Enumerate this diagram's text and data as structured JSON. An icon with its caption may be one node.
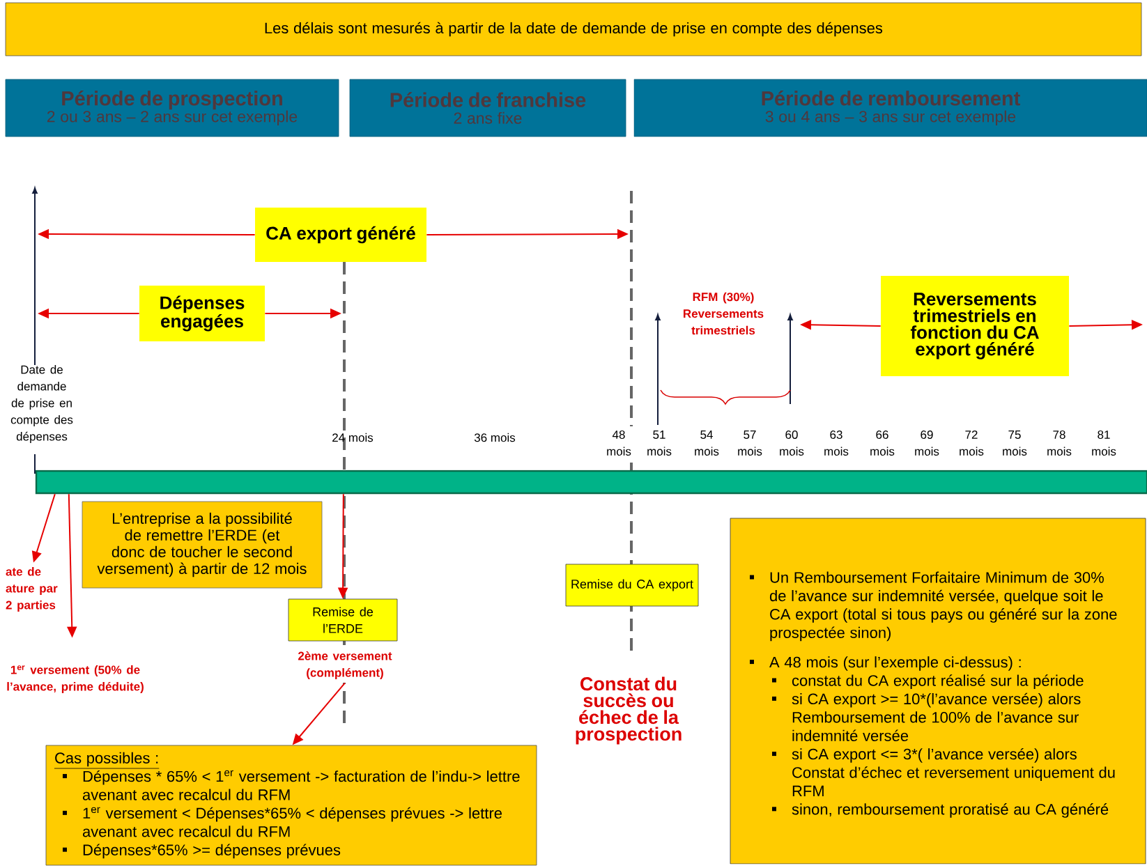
{
  "diagram": {
    "nodes": [
      {
        "text": [
          "Les délais sont mesurés à partir de la date de demande de prise en compte des dépenses"
        ]
      },
      {
        "text": [
          "Période de prospection",
          "2 ou 3 ans – 2 ans sur cet exemple"
        ]
      },
      {
        "text": [
          "Période de franchise",
          "2 ans fixe"
        ]
      },
      {
        "text": [
          "Période de remboursement",
          "3 ou 4 ans – 3 ans sur cet exemple"
        ]
      },
      {
        "text": [
          "CA export généré"
        ]
      },
      {
        "text": [
          "Dépenses engagées"
        ]
      },
      {
        "text": [
          "Reversements trimestriels en fonction du CA export généré"
        ]
      },
      {
        "text": [],
        "shape": "bar"
      },
      {
        "text": [
          "ate de ature par 2 parties"
        ]
      },
      {
        "text": [
          "L’entreprise a la possibilité de remettre l’ERDE (et donc de toucher le second versement) à partir de 12 mois"
        ]
      },
      {
        "text": [
          "Remise de l’ERDE"
        ]
      },
      {
        "text": [
          "1$^{er}$ versement (50% de l’avance, prime déduite)"
        ]
      },
      {
        "text": [
          "2ème versement (complément)"
        ]
      },
      {
        "text": [
          "Remise du CA export"
        ]
      },
      {
        "text": [
          "Cas possibles :",
          "Dépenses * 65% < 1$^{er}$ versement -> facturation de l’indu-> lettre avenant avec recalcul du RFM",
          "1$^{er}$ versement < Dépenses*65% < dépenses prévues -> lettre avenant avec recalcul du RFM",
          "Dépenses*65% >= dépenses prévues"
        ]
      },
      {
        "text": [
          "Un Remboursement Forfaitaire Minimum de 30% de l’avance sur indemnité versée, quelque soit le CA export (total si tous pays ou généré sur la zone prospectée sinon)",
          "A 48 mois (sur l’exemple ci-dessus) :",
          "constat du CA export réalisé sur la période",
          "si CA export >= 10*(l’avance versée) alors Remboursement de 100% de l’avance sur indemnité versée",
          "si CA export <= 3*( l’avance versée) alors Constat d’échec et reversement uniquement du RFM",
          "sinon, remboursement proratisé au CA généré"
        ]
      }
    ],
    "edges": [
      {
        "from": 4,
        "to": null,
        "arrow": "to"
      },
      {
        "from": 4,
        "to": null,
        "arrow": "to"
      },
      {
        "from": 5,
        "to": null,
        "arrow": "to"
      },
      {
        "from": 5,
        "to": null,
        "arrow": "to"
      },
      {
        "from": 6,
        "to": null,
        "arrow": "to"
      },
      {
        "from": 6,
        "to": null,
        "arrow": "to"
      },
      {
        "from": 7,
        "to": 8,
        "arrow": "to"
      },
      {
        "from": 7,
        "to": 11,
        "arrow": "to"
      },
      {
        "from": 7,
        "to": 10,
        "arrow": "to"
      },
      {
        "from": 12,
        "to": 14,
        "arrow": "to"
      }
    ],
    "labels": [
      "RFM (30%) Reversements trimestriels",
      "Date de demande de prise en compte des dépenses",
      "24 mois",
      "36 mois",
      "48 mois",
      "51 mois",
      "54 mois",
      "57 mois",
      "60 mois",
      "63 mois",
      "66 mois",
      "69 mois",
      "72 mois",
      "75 mois",
      "78 mois",
      "81 mois",
      "Constat du succès ou échec de la prospection"
    ]
  }
}
